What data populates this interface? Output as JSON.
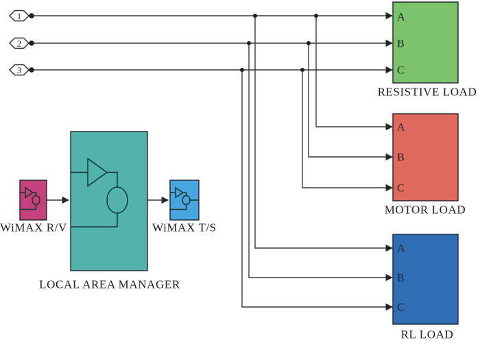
{
  "colors": {
    "wire": "#3a3a3a",
    "junction": "#1c1c1c",
    "resistive_load_fill": "#7cc36b",
    "motor_load_fill": "#e06a5e",
    "rl_load_fill": "#2f6eb3",
    "local_area_manager_fill": "#52b3ac",
    "wimax_rv_fill": "#c4417e",
    "wimax_ts_fill": "#4aa4dd"
  },
  "input_ports": [
    {
      "label": "1"
    },
    {
      "label": "2"
    },
    {
      "label": "3"
    }
  ],
  "blocks": {
    "resistive_load": {
      "caption": "RESISTIVE LOAD",
      "ports": [
        "A",
        "B",
        "C"
      ]
    },
    "motor_load": {
      "caption": "MOTOR LOAD",
      "ports": [
        "A",
        "B",
        "C"
      ]
    },
    "rl_load": {
      "caption": "RL LOAD",
      "ports": [
        "A",
        "B",
        "C"
      ]
    },
    "local_area_manager": {
      "caption": "LOCAL AREA MANAGER"
    },
    "wimax_rv": {
      "caption": "WiMAX R/V"
    },
    "wimax_ts": {
      "caption": "WiMAX T/S"
    }
  }
}
